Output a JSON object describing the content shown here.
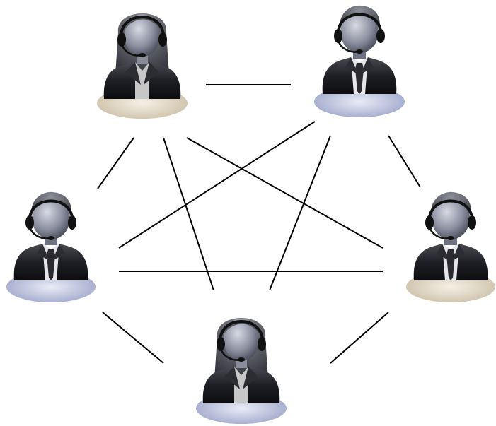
{
  "diagram": {
    "title": "",
    "nodes": [
      {
        "id": "top-left",
        "icon": "female-agent-headset-icon",
        "base": "beige"
      },
      {
        "id": "top-right",
        "icon": "male-agent-headset-icon",
        "base": "blue"
      },
      {
        "id": "middle-left",
        "icon": "male-agent-headset-icon",
        "base": "blue"
      },
      {
        "id": "middle-right",
        "icon": "male-agent-headset-icon",
        "base": "beige"
      },
      {
        "id": "bottom",
        "icon": "female-agent-headset-icon",
        "base": "blue"
      }
    ],
    "edges": [
      [
        "top-left",
        "top-right"
      ],
      [
        "top-left",
        "middle-left"
      ],
      [
        "top-left",
        "bottom"
      ],
      [
        "top-left",
        "middle-right"
      ],
      [
        "top-right",
        "middle-left"
      ],
      [
        "top-right",
        "bottom"
      ],
      [
        "top-right",
        "middle-right"
      ],
      [
        "middle-left",
        "middle-right"
      ],
      [
        "middle-left",
        "bottom"
      ],
      [
        "middle-right",
        "bottom"
      ]
    ],
    "colors": {
      "line": "#000000",
      "suit": "#1c1c1c",
      "head_light": "#c9ccd8",
      "head_dark": "#3a3d4a",
      "base_blue": "#b9bfd9",
      "base_beige": "#ded5c4",
      "shirt_white": "#e6e6ea",
      "shirt_gray": "#c7c7c7"
    }
  }
}
